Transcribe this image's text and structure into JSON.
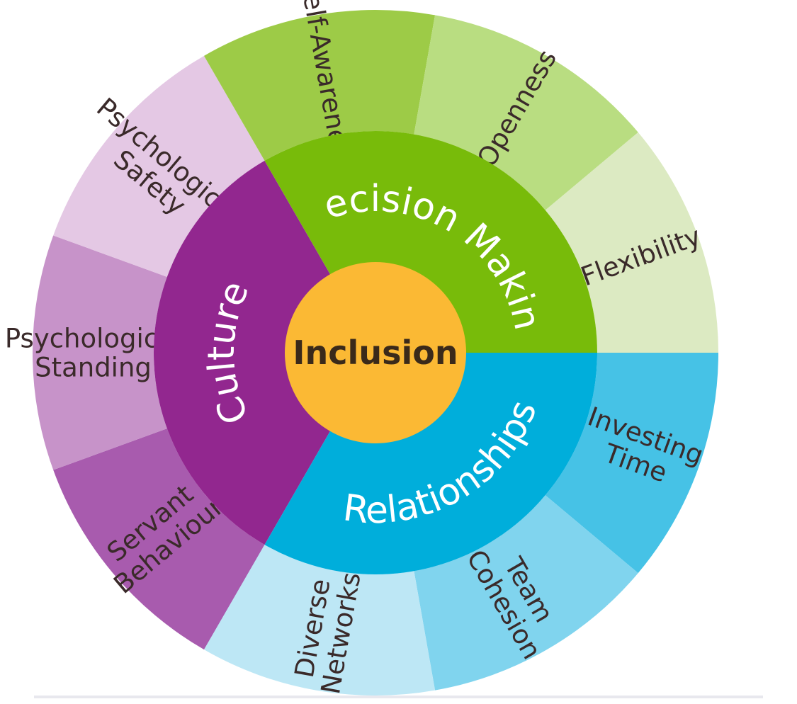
{
  "center": {
    "label": "Inclusion",
    "color": "#fbb934",
    "text_color": "#3a2a1a"
  },
  "pillars": [
    {
      "id": "culture",
      "label": "Culture",
      "color": "#92278f",
      "text_color": "#ffffff",
      "elements": [
        {
          "lines": [
            "Servant",
            "Behaviour"
          ],
          "color": "#a85bae"
        },
        {
          "lines": [
            "Psychological",
            "Standing"
          ],
          "color": "#c793c9"
        },
        {
          "lines": [
            "Psychological",
            "Safety"
          ],
          "color": "#e4c8e4"
        }
      ]
    },
    {
      "id": "decision-making",
      "label": "Decision Making",
      "color": "#78bb0a",
      "text_color": "#ffffff",
      "elements": [
        {
          "lines": [
            "Self-Awareness"
          ],
          "color": "#9dcb47"
        },
        {
          "lines": [
            "Openness"
          ],
          "color": "#b9dd81"
        },
        {
          "lines": [
            "Flexibility"
          ],
          "color": "#dceac2"
        }
      ]
    },
    {
      "id": "relationships",
      "label": "Relationships",
      "color": "#00aedb",
      "text_color": "#ffffff",
      "elements": [
        {
          "lines": [
            "Investing",
            "Time"
          ],
          "color": "#46c2e6"
        },
        {
          "lines": [
            "Team",
            "Cohesion"
          ],
          "color": "#80d4ee"
        },
        {
          "lines": [
            "Diverse",
            "Networks"
          ],
          "color": "#bde7f5"
        }
      ]
    }
  ],
  "outer_text_color": "#3a2a2a"
}
